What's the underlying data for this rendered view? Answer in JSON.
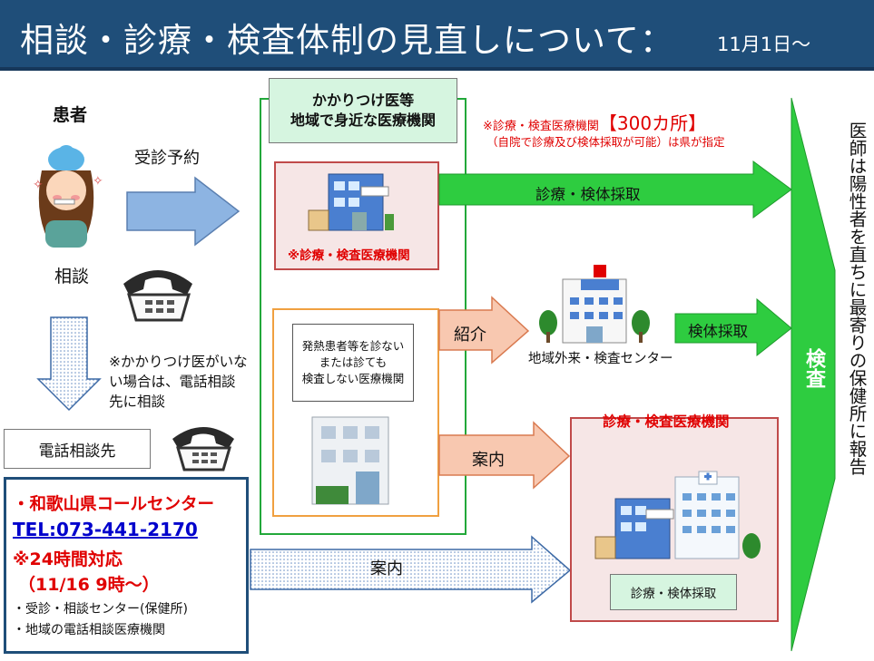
{
  "header": {
    "title": "相談・診療・検査体制の見直しについて：",
    "date": "11月1日～"
  },
  "patient": {
    "label": "患者",
    "consult": "相談",
    "reserve": "受診予約"
  },
  "notes": {
    "no_doctor": [
      "※かかりつけ医がいな",
      "い場合は、電話相談",
      "先に相談"
    ]
  },
  "phone_consult": {
    "label": "電話相談先"
  },
  "call_center": {
    "name": "・和歌山県コールセンター",
    "tel": "TEL:073-441-2170",
    "hours": "※24時間対応",
    "start": "（11/16 9時～）",
    "item1": "・受診・相談センター(保健所)",
    "item2": "・地域の電話相談医療機関"
  },
  "family_doctor": {
    "title_line1": "かかりつけ医等",
    "title_line2": "地域で身近な医療機関"
  },
  "designated_small": {
    "label": "※診療・検査医療機関"
  },
  "non_testing": {
    "lines": [
      "発熱患者等を診ない",
      "または診ても",
      "検査しない医療機関"
    ]
  },
  "designation_note": {
    "prefix": "※診療・検査医療機関",
    "count": "【300カ所】",
    "line2": "（自院で診療及び検体採取が可能）は県が指定"
  },
  "arrows": {
    "shinryo_kentai": "診療・検体採取",
    "shokai": "紹介",
    "kentai": "検体採取",
    "annai1": "案内",
    "annai2": "案内"
  },
  "center": {
    "label": "地域外来・検査センター"
  },
  "designated_big": {
    "title": "診療・検査医療機関",
    "sub": "診療・検体採取"
  },
  "kensa": {
    "label": "検査"
  },
  "report": {
    "text": "医師は陽性者を直ちに最寄りの保健所に報告"
  },
  "colors": {
    "header": "#1f4e79",
    "green": "#2ecc40",
    "red": "#e00000",
    "blue_arrow": "#8db4e2"
  }
}
